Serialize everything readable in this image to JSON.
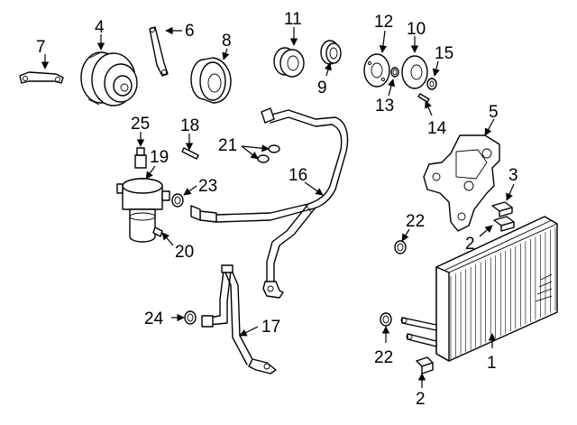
{
  "callouts": {
    "c1": "1",
    "c2a": "2",
    "c2b": "2",
    "c3": "3",
    "c4": "4",
    "c5": "5",
    "c6": "6",
    "c7": "7",
    "c8": "8",
    "c9": "9",
    "c10": "10",
    "c11": "11",
    "c12": "12",
    "c13": "13",
    "c14": "14",
    "c15": "15",
    "c16": "16",
    "c17": "17",
    "c18": "18",
    "c19": "19",
    "c20": "20",
    "c21": "21",
    "c22a": "22",
    "c22b": "22",
    "c23": "23",
    "c24": "24",
    "c25": "25"
  }
}
